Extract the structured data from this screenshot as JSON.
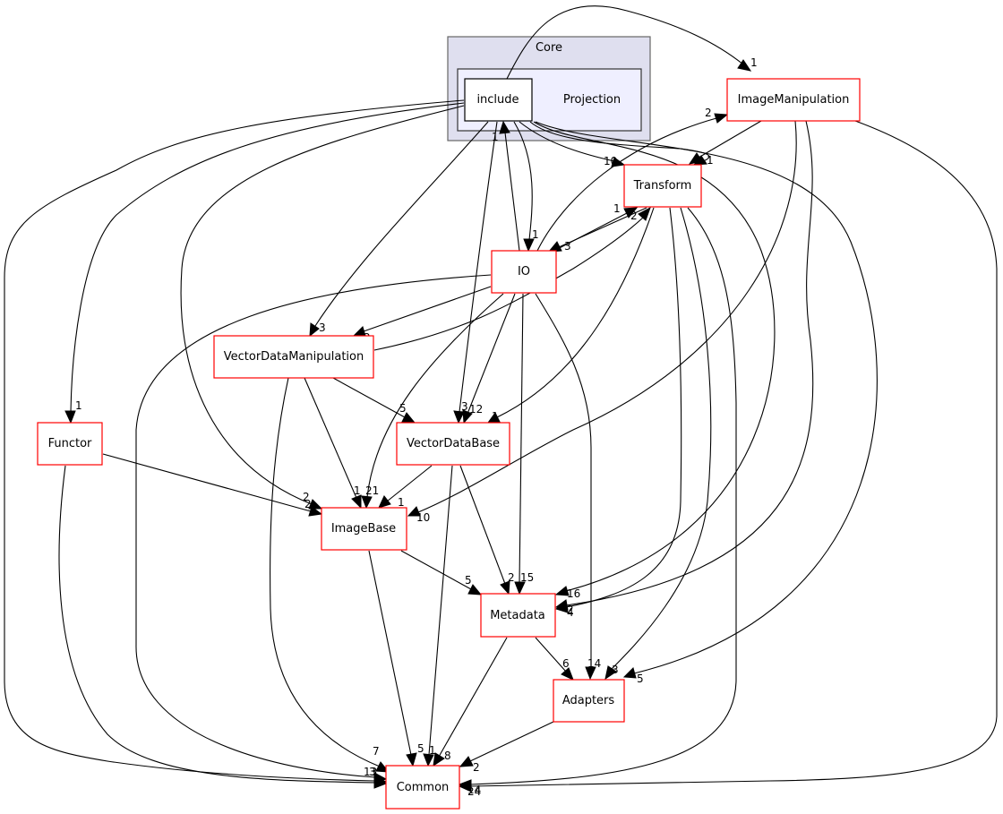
{
  "graph": {
    "clusters": [
      {
        "id": "core",
        "label": "Core",
        "fill": "#dfdfef",
        "stroke": "#666666"
      },
      {
        "id": "projection",
        "label": "Projection",
        "fill": "#efefff",
        "stroke": "#333333"
      }
    ],
    "nodes": [
      {
        "id": "include",
        "label": "include",
        "stroke": "#000000"
      },
      {
        "id": "ImageManipulation",
        "label": "ImageManipulation",
        "stroke": "#ff0000"
      },
      {
        "id": "Transform",
        "label": "Transform",
        "stroke": "#ff0000"
      },
      {
        "id": "IO",
        "label": "IO",
        "stroke": "#ff0000"
      },
      {
        "id": "VectorDataManipulation",
        "label": "VectorDataManipulation",
        "stroke": "#ff0000"
      },
      {
        "id": "Functor",
        "label": "Functor",
        "stroke": "#ff0000"
      },
      {
        "id": "VectorDataBase",
        "label": "VectorDataBase",
        "stroke": "#ff0000"
      },
      {
        "id": "ImageBase",
        "label": "ImageBase",
        "stroke": "#ff0000"
      },
      {
        "id": "Metadata",
        "label": "Metadata",
        "stroke": "#ff0000"
      },
      {
        "id": "Adapters",
        "label": "Adapters",
        "stroke": "#ff0000"
      },
      {
        "id": "Common",
        "label": "Common",
        "stroke": "#ff0000"
      }
    ],
    "edges": [
      {
        "from": "include",
        "to": "ImageManipulation",
        "label": "1"
      },
      {
        "from": "include",
        "to": "Transform",
        "label": "10"
      },
      {
        "from": "include",
        "to": "IO",
        "label": "1"
      },
      {
        "from": "include",
        "to": "VectorDataManipulation",
        "label": "3"
      },
      {
        "from": "include",
        "to": "Functor",
        "label": "1"
      },
      {
        "from": "include",
        "to": "VectorDataBase",
        "label": "3"
      },
      {
        "from": "include",
        "to": "ImageBase",
        "label": "2"
      },
      {
        "from": "include",
        "to": "Metadata",
        "label": "16"
      },
      {
        "from": "include",
        "to": "Adapters",
        "label": "5"
      },
      {
        "from": "include",
        "to": "Common",
        "label": "13"
      },
      {
        "from": "include",
        "to": "Transform",
        "label": "1"
      },
      {
        "from": "IO",
        "to": "include",
        "label": "1"
      },
      {
        "from": "IO",
        "to": "ImageManipulation",
        "label": "2"
      },
      {
        "from": "IO",
        "to": "Transform",
        "label": "1"
      },
      {
        "from": "Transform",
        "to": "IO",
        "label": "3"
      },
      {
        "from": "IO",
        "to": "VectorDataManipulation",
        "label": "2"
      },
      {
        "from": "IO",
        "to": "VectorDataBase",
        "label": "12"
      },
      {
        "from": "IO",
        "to": "ImageBase",
        "label": "21"
      },
      {
        "from": "IO",
        "to": "Metadata",
        "label": "15"
      },
      {
        "from": "IO",
        "to": "Adapters",
        "label": "14"
      },
      {
        "from": "IO",
        "to": "Common",
        "label": "6"
      },
      {
        "from": "ImageManipulation",
        "to": "Transform",
        "label": "1"
      },
      {
        "from": "ImageManipulation",
        "to": "ImageBase",
        "label": "10"
      },
      {
        "from": "ImageManipulation",
        "to": "Metadata",
        "label": "2"
      },
      {
        "from": "ImageManipulation",
        "to": "Common",
        "label": "24"
      },
      {
        "from": "Transform",
        "to": "VectorDataBase",
        "label": "1"
      },
      {
        "from": "Transform",
        "to": "Metadata",
        "label": "4"
      },
      {
        "from": "Transform",
        "to": "Adapters",
        "label": "3"
      },
      {
        "from": "Transform",
        "to": "Common",
        "label": "14"
      },
      {
        "from": "VectorDataManipulation",
        "to": "Transform",
        "label": "2"
      },
      {
        "from": "VectorDataManipulation",
        "to": "VectorDataBase",
        "label": "5"
      },
      {
        "from": "VectorDataManipulation",
        "to": "ImageBase",
        "label": "1"
      },
      {
        "from": "VectorDataManipulation",
        "to": "Common",
        "label": "7"
      },
      {
        "from": "Functor",
        "to": "ImageBase",
        "label": "2"
      },
      {
        "from": "Functor",
        "to": "Common",
        "label": "3"
      },
      {
        "from": "VectorDataBase",
        "to": "ImageBase",
        "label": "1"
      },
      {
        "from": "VectorDataBase",
        "to": "Metadata",
        "label": "2"
      },
      {
        "from": "VectorDataBase",
        "to": "Common",
        "label": "1"
      },
      {
        "from": "ImageBase",
        "to": "Metadata",
        "label": "5"
      },
      {
        "from": "ImageBase",
        "to": "Common",
        "label": "5"
      },
      {
        "from": "Metadata",
        "to": "Adapters",
        "label": "6"
      },
      {
        "from": "Metadata",
        "to": "Common",
        "label": "8"
      },
      {
        "from": "Adapters",
        "to": "Common",
        "label": "2"
      }
    ]
  }
}
